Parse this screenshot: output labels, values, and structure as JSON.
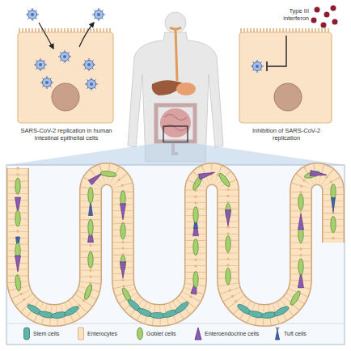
{
  "diagram": {
    "labels": [
      "Type III interferon",
      "SARS-CoV-2 replication in human intestinal epithelial cells",
      "Inhibition of SARS-CoV-2 replication"
    ],
    "legend": [
      {
        "text": "Stem cells"
      },
      {
        "text": "Enterocytes"
      },
      {
        "text": "Goblet cells"
      },
      {
        "text": "Enteroendocrine cells"
      },
      {
        "text": "Tuft cells"
      }
    ]
  }
}
